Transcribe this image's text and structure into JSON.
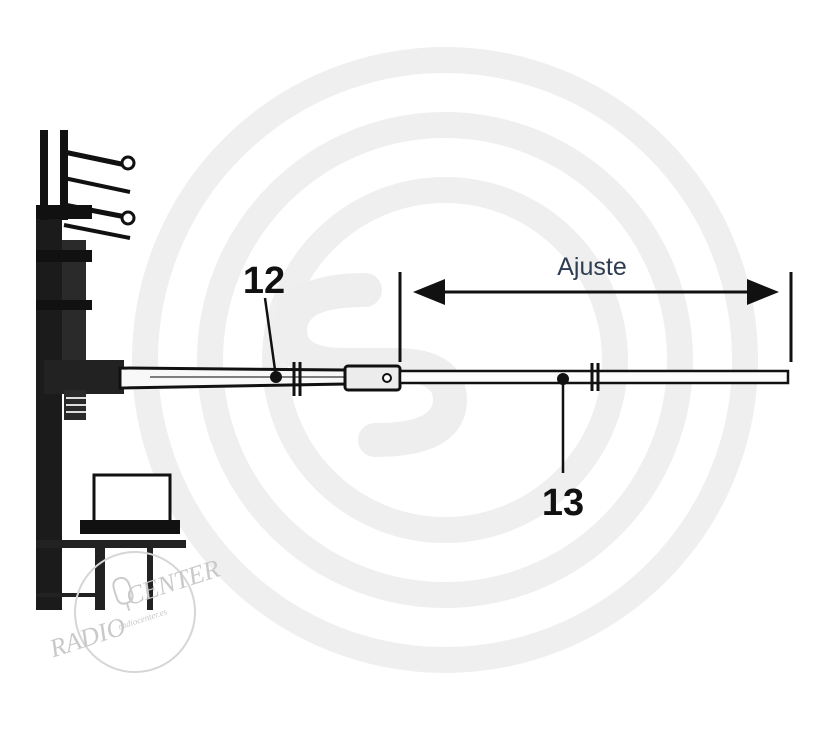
{
  "diagram": {
    "callouts": [
      {
        "id": "12",
        "text": "12"
      },
      {
        "id": "13",
        "text": "13"
      }
    ],
    "dimension_label": "Ajuste",
    "colors": {
      "line": "#111111",
      "label_dark": "#2f3d52",
      "watermark": "#ececec",
      "background": "#ffffff"
    }
  },
  "watermark": {
    "brand_left": "RADIO",
    "brand_right": "CENTER",
    "site": "radiocenter.es"
  }
}
